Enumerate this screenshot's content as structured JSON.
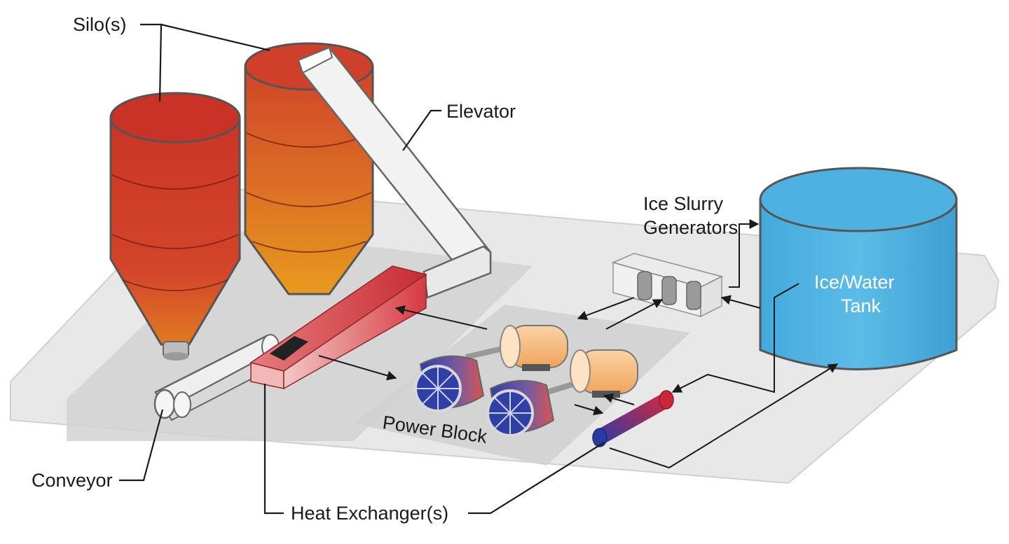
{
  "labels": {
    "silos": "Silo(s)",
    "elevator": "Elevator",
    "ice_slurry_line1": "Ice Slurry",
    "ice_slurry_line2": "Generators",
    "tank_line1": "Ice/Water",
    "tank_line2": "Tank",
    "power_block": "Power Block",
    "conveyor": "Conveyor",
    "heat_exchangers": "Heat Exchanger(s)"
  },
  "colors": {
    "platform": "#e6e6e6",
    "zone": "#cfcfcf",
    "silo_red": "#cf3b2a",
    "silo_orange": "#e0861f",
    "heat_exchanger": "#d94a4f",
    "tank": "#4fb3e3",
    "turbine_blue": "#3a4aa8",
    "generator": "#f6b87a"
  }
}
